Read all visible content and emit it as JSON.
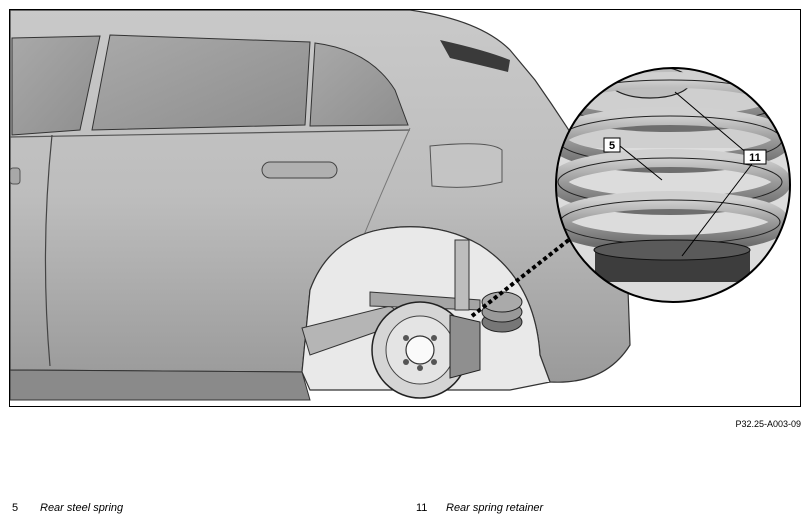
{
  "figure": {
    "callouts": [
      "5",
      "11"
    ],
    "reference": "P32.25-A003-09"
  },
  "legend": [
    {
      "number": "5",
      "label": "Rear steel spring"
    },
    {
      "number": "11",
      "label": "Rear spring retainer"
    }
  ]
}
